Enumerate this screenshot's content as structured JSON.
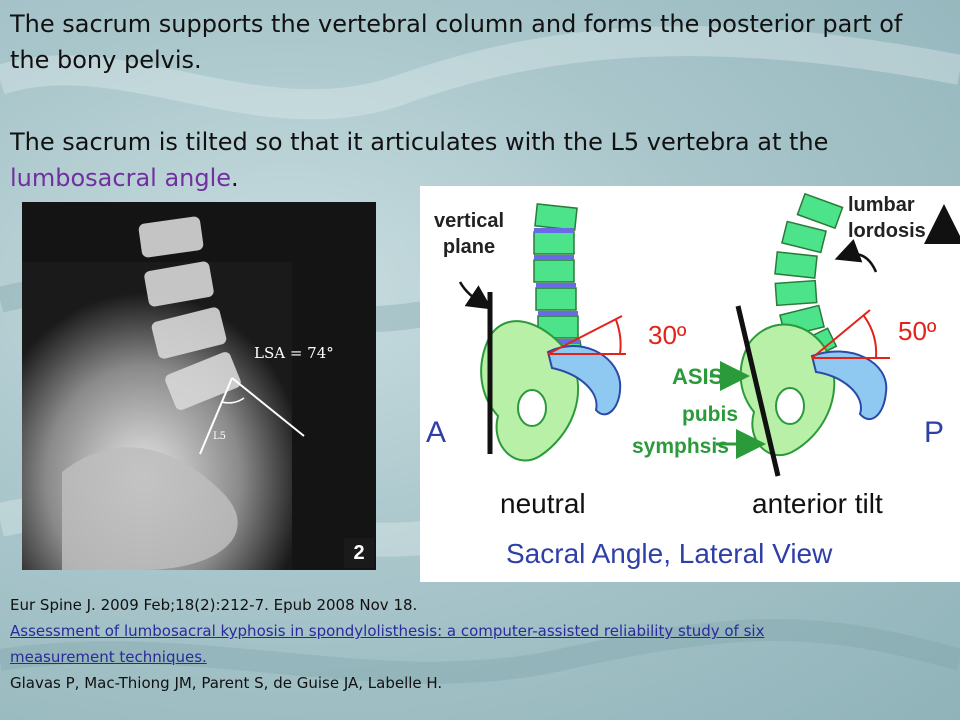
{
  "paragraph1": "The sacrum supports the vertebral column and forms the posterior part of the bony pelvis.",
  "paragraph2_prefix": "The sacrum is tilted so that it articulates with the L5 vertebra at the ",
  "paragraph2_highlight": "lumbosacral angle",
  "paragraph2_suffix": ".",
  "colors": {
    "highlight": "#7030a0",
    "link": "#2a2a9a",
    "diagram_blue": "#2f3fa8",
    "diagram_green": "#2a9a3a",
    "angle_red": "#e2231a"
  },
  "xray": {
    "lsa_label": "LSA = 74°",
    "l5_label": "L5",
    "figure_number": "2"
  },
  "diagram": {
    "vertical_plane_line1": "vertical",
    "vertical_plane_line2": "plane",
    "lumbar_line1": "lumbar",
    "lumbar_line2": "lordosis",
    "angle_neutral": "30º",
    "angle_tilt": "50º",
    "asis": "ASIS",
    "pubis": "pubis",
    "symphsis": "symphsis",
    "label_A": "A",
    "label_P": "P",
    "neutral": "neutral",
    "anterior_tilt": "anterior tilt",
    "caption": "Sacral Angle, Lateral View"
  },
  "reference": {
    "citation": "Eur Spine J. 2009 Feb;18(2):212-7. Epub 2008 Nov 18.",
    "title_line1": "Assessment  of lumbosacral kyphosis in spondylolisthesis: a computer-assisted  reliability study of six",
    "title_line2": "measurement  techniques.",
    "authors": "Glavas P, Mac-Thiong JM, Parent S, de Guise JA, Labelle H."
  }
}
